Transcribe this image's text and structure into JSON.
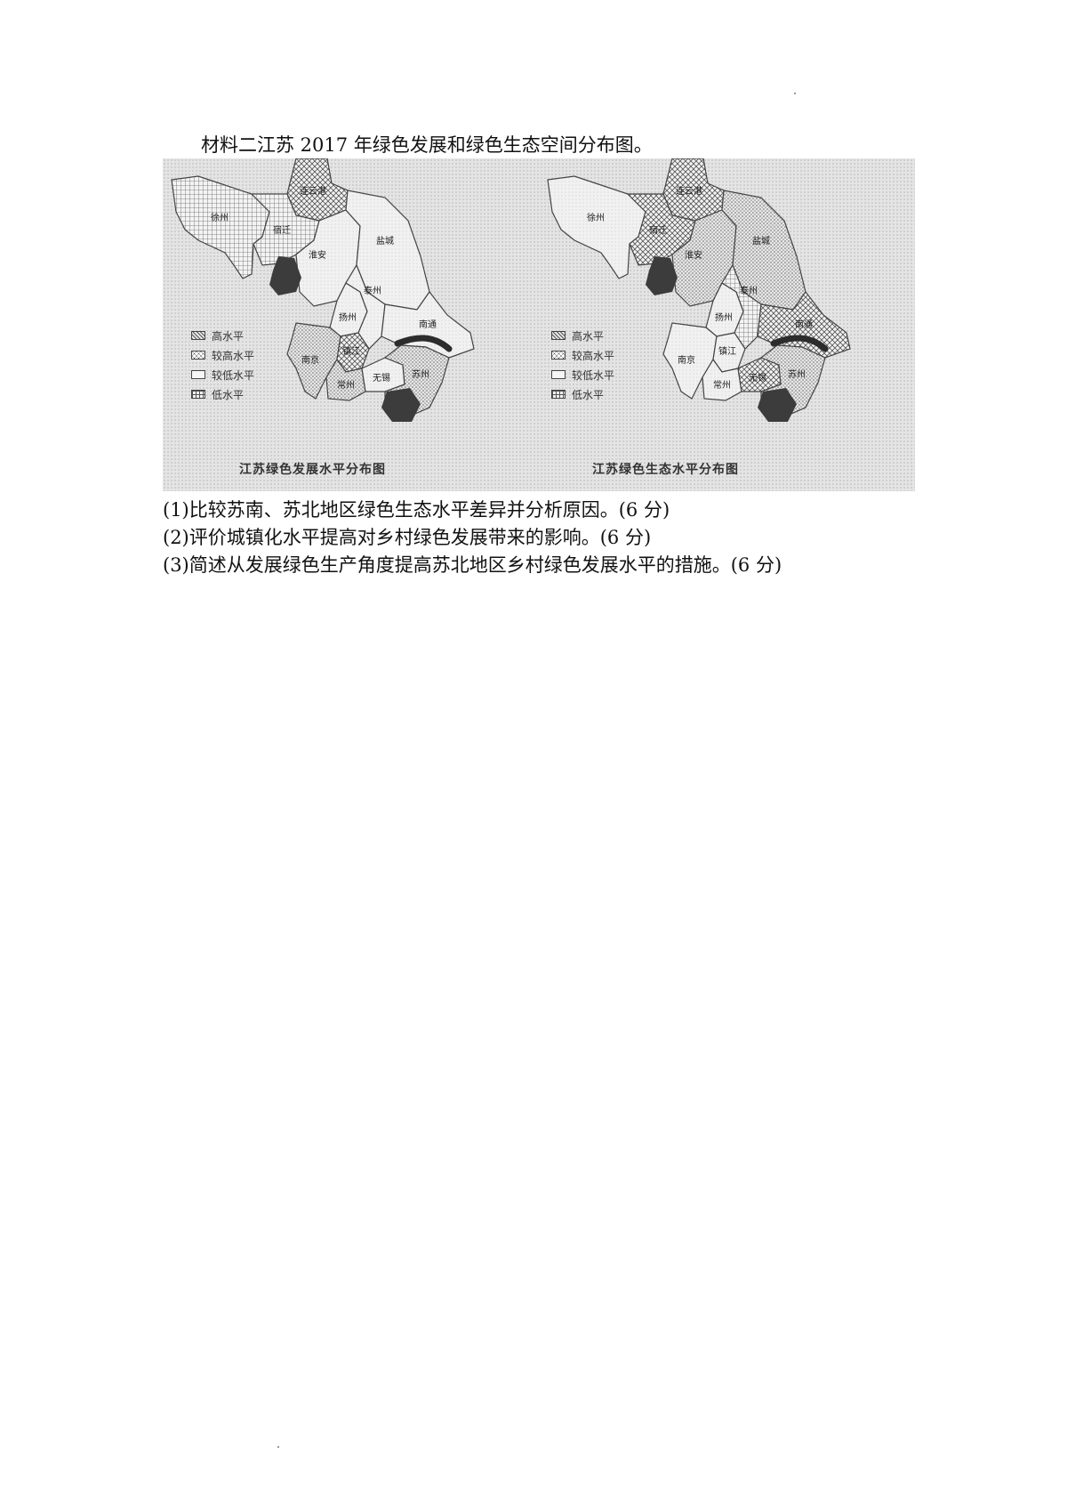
{
  "material_title": "材料二江苏 2017 年绿色发展和绿色生态空间分布图。",
  "maps": [
    {
      "caption": "江苏绿色发展水平分布图",
      "cities": [
        "徐州",
        "连云港",
        "宿迁",
        "淮安",
        "盐城",
        "扬州",
        "泰州",
        "南通",
        "南京",
        "镇江",
        "常州",
        "无锡",
        "苏州"
      ],
      "legend": [
        "高水平",
        "较高水平",
        "较低水平",
        "低水平"
      ]
    },
    {
      "caption": "江苏绿色生态水平分布图",
      "cities": [
        "徐州",
        "连云港",
        "宿迁",
        "淮安",
        "盐城",
        "扬州",
        "泰州",
        "南通",
        "南京",
        "镇江",
        "常州",
        "无锡",
        "苏州"
      ],
      "legend": [
        "高水平",
        "较高水平",
        "较低水平",
        "低水平"
      ]
    }
  ],
  "questions": [
    "(1)比较苏南、苏北地区绿色生态水平差异并分析原因。(6 分)",
    "(2)评价城镇化水平提高对乡村绿色发展带来的影响。(6 分)",
    "(3)简述从发展绿色生产角度提高苏北地区乡村绿色发展水平的措施。(6 分)"
  ]
}
